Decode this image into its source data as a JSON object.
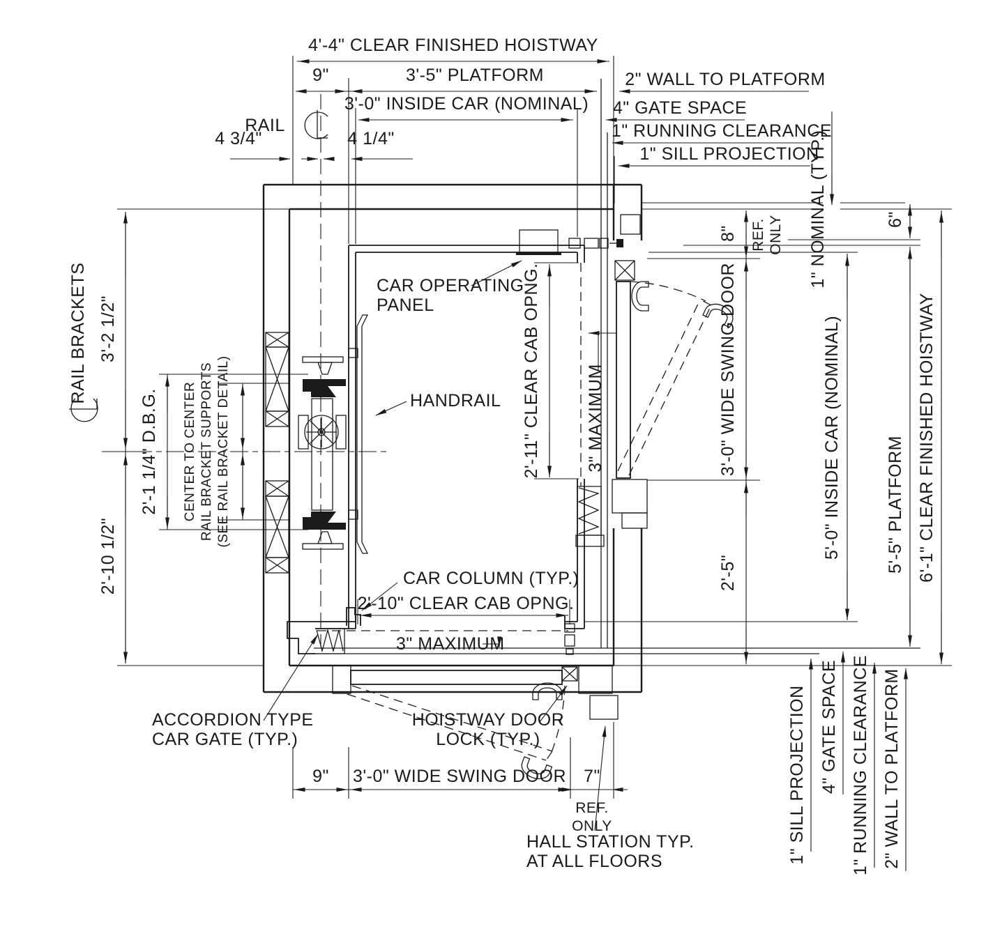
{
  "colors": {
    "line": "#1a1a1a",
    "background": "#ffffff"
  },
  "labels": {
    "top": {
      "clear_hoistway": "4'-4\" CLEAR FINISHED HOISTWAY",
      "nine": "9\"",
      "platform": "3'-5\" PLATFORM",
      "wall_to_platform": "2\" WALL TO PLATFORM",
      "inside_car": "3'-0\" INSIDE CAR (NOMINAL)",
      "gate_space": "4\" GATE SPACE",
      "running_clearance": "1\" RUNNING CLEARANCE",
      "sill_projection": "1\" SILL PROJECTION",
      "rail": "RAIL",
      "four_three_quarters": "4 3/4\"",
      "four_one_quarter": "4 1/4\""
    },
    "left": {
      "dim_3_2_half": "3'-2 1/2\"",
      "dim_2_10_half": "2'-10 1/2\"",
      "rail_brackets": "RAIL BRACKETS",
      "dbg": "2'-1 1/4\" D.B.G.",
      "c2c_1": "CENTER TO CENTER",
      "c2c_2": "RAIL BRACKET SUPPORTS",
      "c2c_3": "(SEE RAIL BRACKET DETAIL)"
    },
    "right": {
      "eight": "8\"",
      "ref": "REF.",
      "only": "ONLY",
      "swing_door": "3'-0\" WIDE SWING DOOR",
      "two_five": "2'-5\"",
      "nominal_typ": "1\" NOMINAL (TYP.)",
      "six": "6\"",
      "inside_car": "5'-0\" INSIDE CAR (NOMINAL)",
      "platform": "5'-5\" PLATFORM",
      "clear_hoistway": "6'-1\" CLEAR FINISHED HOISTWAY"
    },
    "bottom": {
      "nine": "9\"",
      "swing_door": "3'-0\" WIDE SWING DOOR",
      "seven": "7\"",
      "ref": "REF.",
      "only": "ONLY",
      "sill_projection": "1\" SILL PROJECTION",
      "gate_space": "4\" GATE SPACE",
      "running_clearance": "1\" RUNNING CLEARANCE",
      "wall_to_platform": "2\" WALL TO PLATFORM"
    },
    "annotations": {
      "cop_1": "CAR OPERATING",
      "cop_2": "PANEL",
      "handrail": "HANDRAIL",
      "car_column": "CAR COLUMN (TYP.)",
      "clear_cab_bottom": "2'-10\" CLEAR CAB OPNG.",
      "max_bottom": "3\" MAXIMUM",
      "clear_cab_right": "2'-11\" CLEAR CAB OPNG.",
      "max_right": "3\" MAXIMUM",
      "accordion_1": "ACCORDION TYPE",
      "accordion_2": "CAR GATE (TYP.)",
      "lock_1": "HOISTWAY DOOR",
      "lock_2": "LOCK (TYP.)",
      "hall_1": "HALL STATION TYP.",
      "hall_2": "AT ALL FLOORS"
    }
  }
}
